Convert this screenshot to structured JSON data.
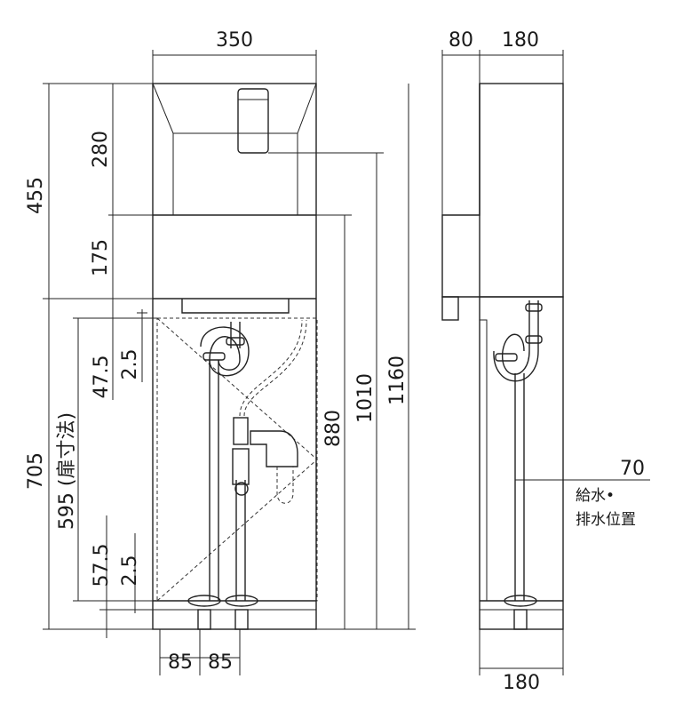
{
  "dimensions": {
    "front_width": "350",
    "side_depth_top": "80",
    "side_width_top": "180",
    "bowl_height": "280",
    "cabinet_upper": "175",
    "total_upper": "455",
    "cabinet_lower": "705",
    "door_height": "595 (扉寸法)",
    "gap_top_a": "47.5",
    "gap_top_b": "2.5",
    "gap_bottom_a": "57.5",
    "gap_bottom_b": "2.5",
    "height_880": "880",
    "height_1010": "1010",
    "height_1160": "1160",
    "pipe_left": "85",
    "pipe_right": "85",
    "side_width_bottom": "180",
    "offset_70": "70"
  },
  "notes": {
    "supply_line1": "給水•",
    "supply_line2": "排水位置"
  }
}
